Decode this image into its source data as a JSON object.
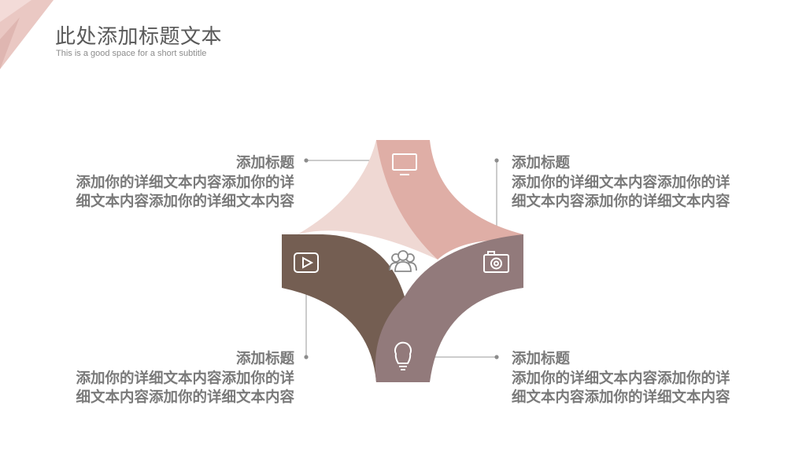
{
  "header": {
    "title": "此处添加标题文本",
    "subtitle": "This is a good space for a short subtitle"
  },
  "colors": {
    "petal_top_left": "#efd8d3",
    "petal_top_right": "#dfaea6",
    "petal_bottom_left": "#745e52",
    "petal_bottom_right": "#927a7b",
    "text": "#7a7a7a",
    "connector": "#8c8c8c",
    "center_icon": "#8a8a8a"
  },
  "items": [
    {
      "id": "top-left",
      "heading": "添加标题",
      "body": "添加你的详细文本内容添加你的详细文本内容添加你的详细文本内容",
      "icon": "monitor-icon"
    },
    {
      "id": "top-right",
      "heading": "添加标题",
      "body": "添加你的详细文本内容添加你的详细文本内容添加你的详细文本内容",
      "icon": "camera-icon"
    },
    {
      "id": "bottom-left",
      "heading": "添加标题",
      "body": "添加你的详细文本内容添加你的详细文本内容添加你的详细文本内容",
      "icon": "play-icon"
    },
    {
      "id": "bottom-right",
      "heading": "添加标题",
      "body": "添加你的详细文本内容添加你的详细文本内容添加你的详细文本内容",
      "icon": "lightbulb-icon"
    }
  ],
  "center_icon": "team-icon"
}
